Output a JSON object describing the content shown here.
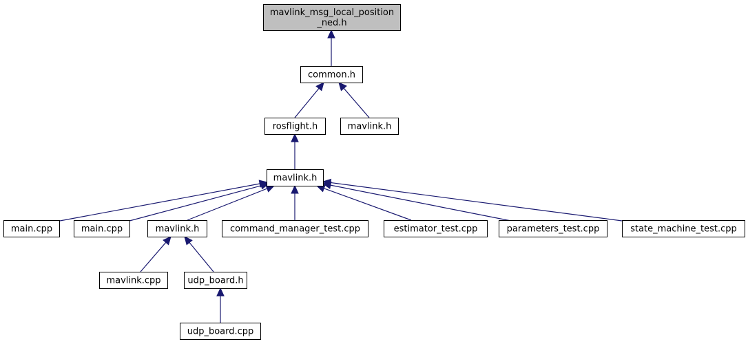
{
  "diagram": {
    "nodes": [
      {
        "id": "n0",
        "lines": [
          "mavlink_msg_local_position",
          "_ned.h"
        ],
        "highlight": true
      },
      {
        "id": "n1",
        "lines": [
          "common.h"
        ]
      },
      {
        "id": "n2",
        "lines": [
          "rosflight.h"
        ]
      },
      {
        "id": "n3",
        "lines": [
          "mavlink.h"
        ]
      },
      {
        "id": "n4",
        "lines": [
          "mavlink.h"
        ]
      },
      {
        "id": "n5",
        "lines": [
          "main.cpp"
        ]
      },
      {
        "id": "n6",
        "lines": [
          "main.cpp"
        ]
      },
      {
        "id": "n7",
        "lines": [
          "mavlink.h"
        ]
      },
      {
        "id": "n8",
        "lines": [
          "command_manager_test.cpp"
        ]
      },
      {
        "id": "n9",
        "lines": [
          "estimator_test.cpp"
        ]
      },
      {
        "id": "n10",
        "lines": [
          "parameters_test.cpp"
        ]
      },
      {
        "id": "n11",
        "lines": [
          "state_machine_test.cpp"
        ]
      },
      {
        "id": "n12",
        "lines": [
          "mavlink.cpp"
        ]
      },
      {
        "id": "n13",
        "lines": [
          "udp_board.h"
        ]
      },
      {
        "id": "n14",
        "lines": [
          "udp_board.cpp"
        ]
      }
    ],
    "edges": [
      {
        "from": "n1",
        "to": "n0"
      },
      {
        "from": "n2",
        "to": "n1"
      },
      {
        "from": "n3",
        "to": "n1"
      },
      {
        "from": "n4",
        "to": "n2"
      },
      {
        "from": "n5",
        "to": "n4"
      },
      {
        "from": "n6",
        "to": "n4"
      },
      {
        "from": "n7",
        "to": "n4"
      },
      {
        "from": "n8",
        "to": "n4"
      },
      {
        "from": "n9",
        "to": "n4"
      },
      {
        "from": "n10",
        "to": "n4"
      },
      {
        "from": "n11",
        "to": "n4"
      },
      {
        "from": "n12",
        "to": "n7"
      },
      {
        "from": "n13",
        "to": "n7"
      },
      {
        "from": "n14",
        "to": "n13"
      }
    ],
    "colors": {
      "edge": "#191970",
      "highlight_fill": "#bfbfbf",
      "node_fill": "#ffffff",
      "border": "#000000"
    }
  }
}
